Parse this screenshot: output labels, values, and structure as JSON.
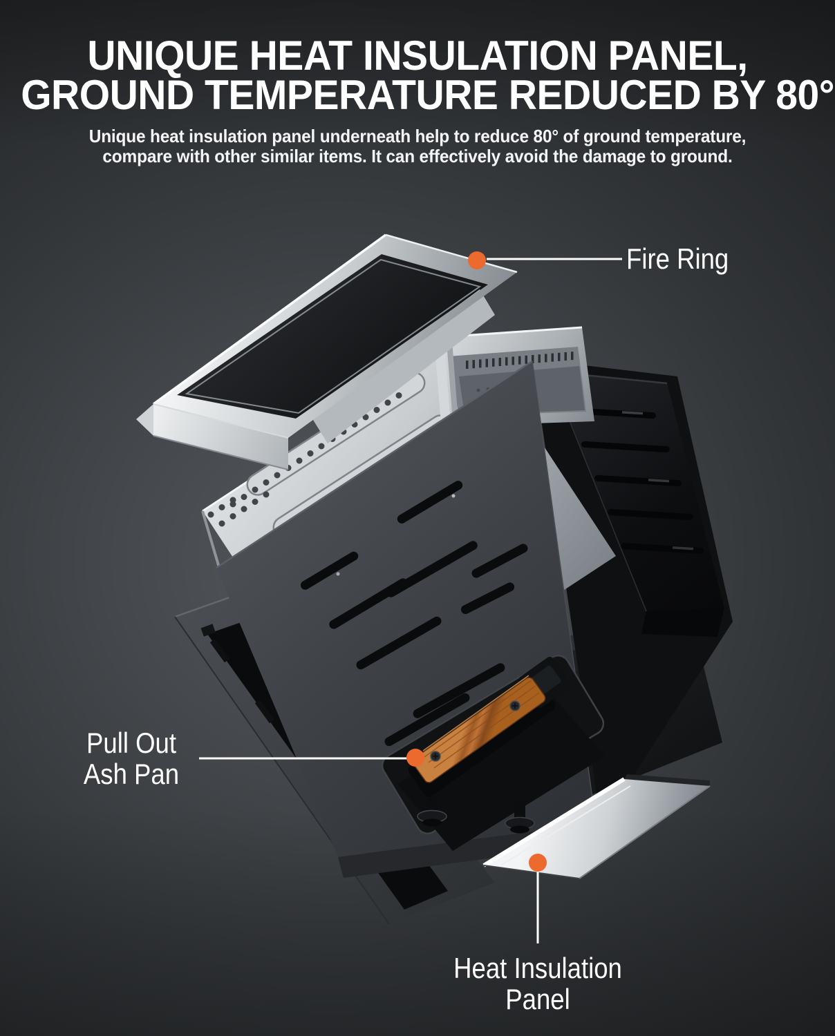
{
  "header": {
    "title_line1": "UNIQUE HEAT INSULATION PANEL,",
    "title_line2": "GROUND TEMPERATURE REDUCED BY 80°",
    "subtitle_line1": "Unique heat insulation panel underneath help to reduce 80° of ground temperature,",
    "subtitle_line2": "compare with other similar items. It can effectively avoid the damage to ground."
  },
  "callouts": {
    "fire_ring": {
      "label": "Fire Ring"
    },
    "ash_pan": {
      "line1": "Pull Out",
      "line2": "Ash Pan"
    },
    "insulation_panel": {
      "line1": "Heat Insulation",
      "line2": "Panel"
    }
  },
  "colors": {
    "accent_orange": "#EC6A2D",
    "text": "#FFFFFF",
    "background_center": "#54575B",
    "background_edge": "#1C1E20"
  },
  "diagram": {
    "type": "exploded-product-view",
    "parts": [
      "fire-ring",
      "inner-fire-ring",
      "stainless-body",
      "right-side-panel",
      "left-folding-panel",
      "front-vent-panel",
      "pull-out-ash-pan",
      "base-frame",
      "heat-insulation-panel"
    ]
  }
}
